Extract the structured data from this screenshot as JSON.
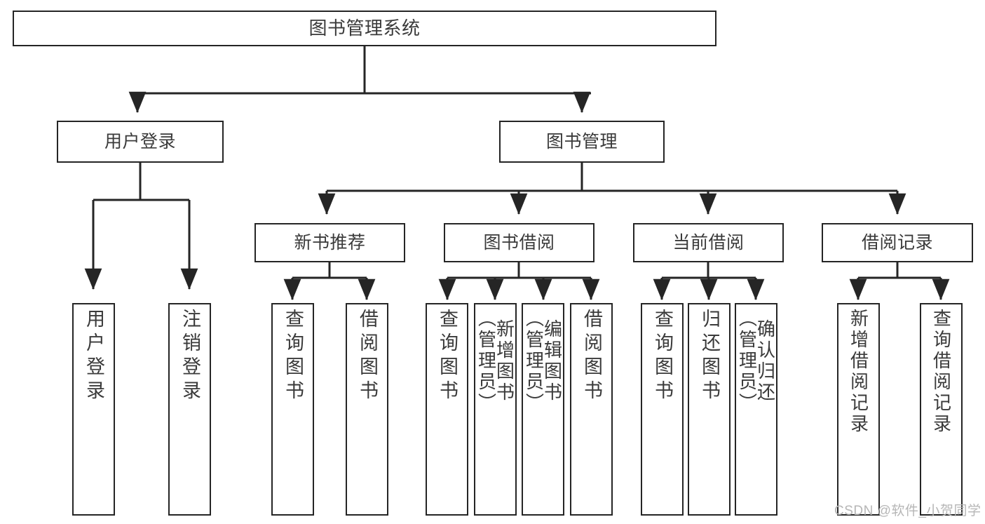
{
  "diagram": {
    "title": "图书管理系统",
    "type": "tree-hierarchy-diagram",
    "colors": {
      "border": "#252525",
      "text": "#3a3a3a",
      "background": "#ffffff",
      "watermark": "#b6b6b6"
    },
    "root": {
      "label": "图书管理系统"
    },
    "level2": [
      {
        "label": "用户登录"
      },
      {
        "label": "图书管理"
      }
    ],
    "level3": [
      {
        "label": "新书推荐"
      },
      {
        "label": "图书借阅"
      },
      {
        "label": "当前借阅"
      },
      {
        "label": "借阅记录"
      }
    ],
    "leaves": {
      "user_login": [
        {
          "label": "用户登录"
        },
        {
          "label": "注销登录"
        }
      ],
      "new_book_recommend": [
        {
          "label": "查询图书"
        },
        {
          "label": "借阅图书"
        }
      ],
      "book_borrow": [
        {
          "label": "查询图书"
        },
        {
          "label": "新增图书\n（管理员）"
        },
        {
          "label": "编辑图书\n（管理员）"
        },
        {
          "label": "借阅图书"
        }
      ],
      "current_borrow": [
        {
          "label": "查询图书"
        },
        {
          "label": "归还图书"
        },
        {
          "label": "确认归还\n（管理员）"
        }
      ],
      "borrow_record": [
        {
          "label": "新增借阅记录"
        },
        {
          "label": "查询借阅记录"
        }
      ]
    }
  },
  "watermark": {
    "text": "CSDN @软件_小贺同学"
  }
}
